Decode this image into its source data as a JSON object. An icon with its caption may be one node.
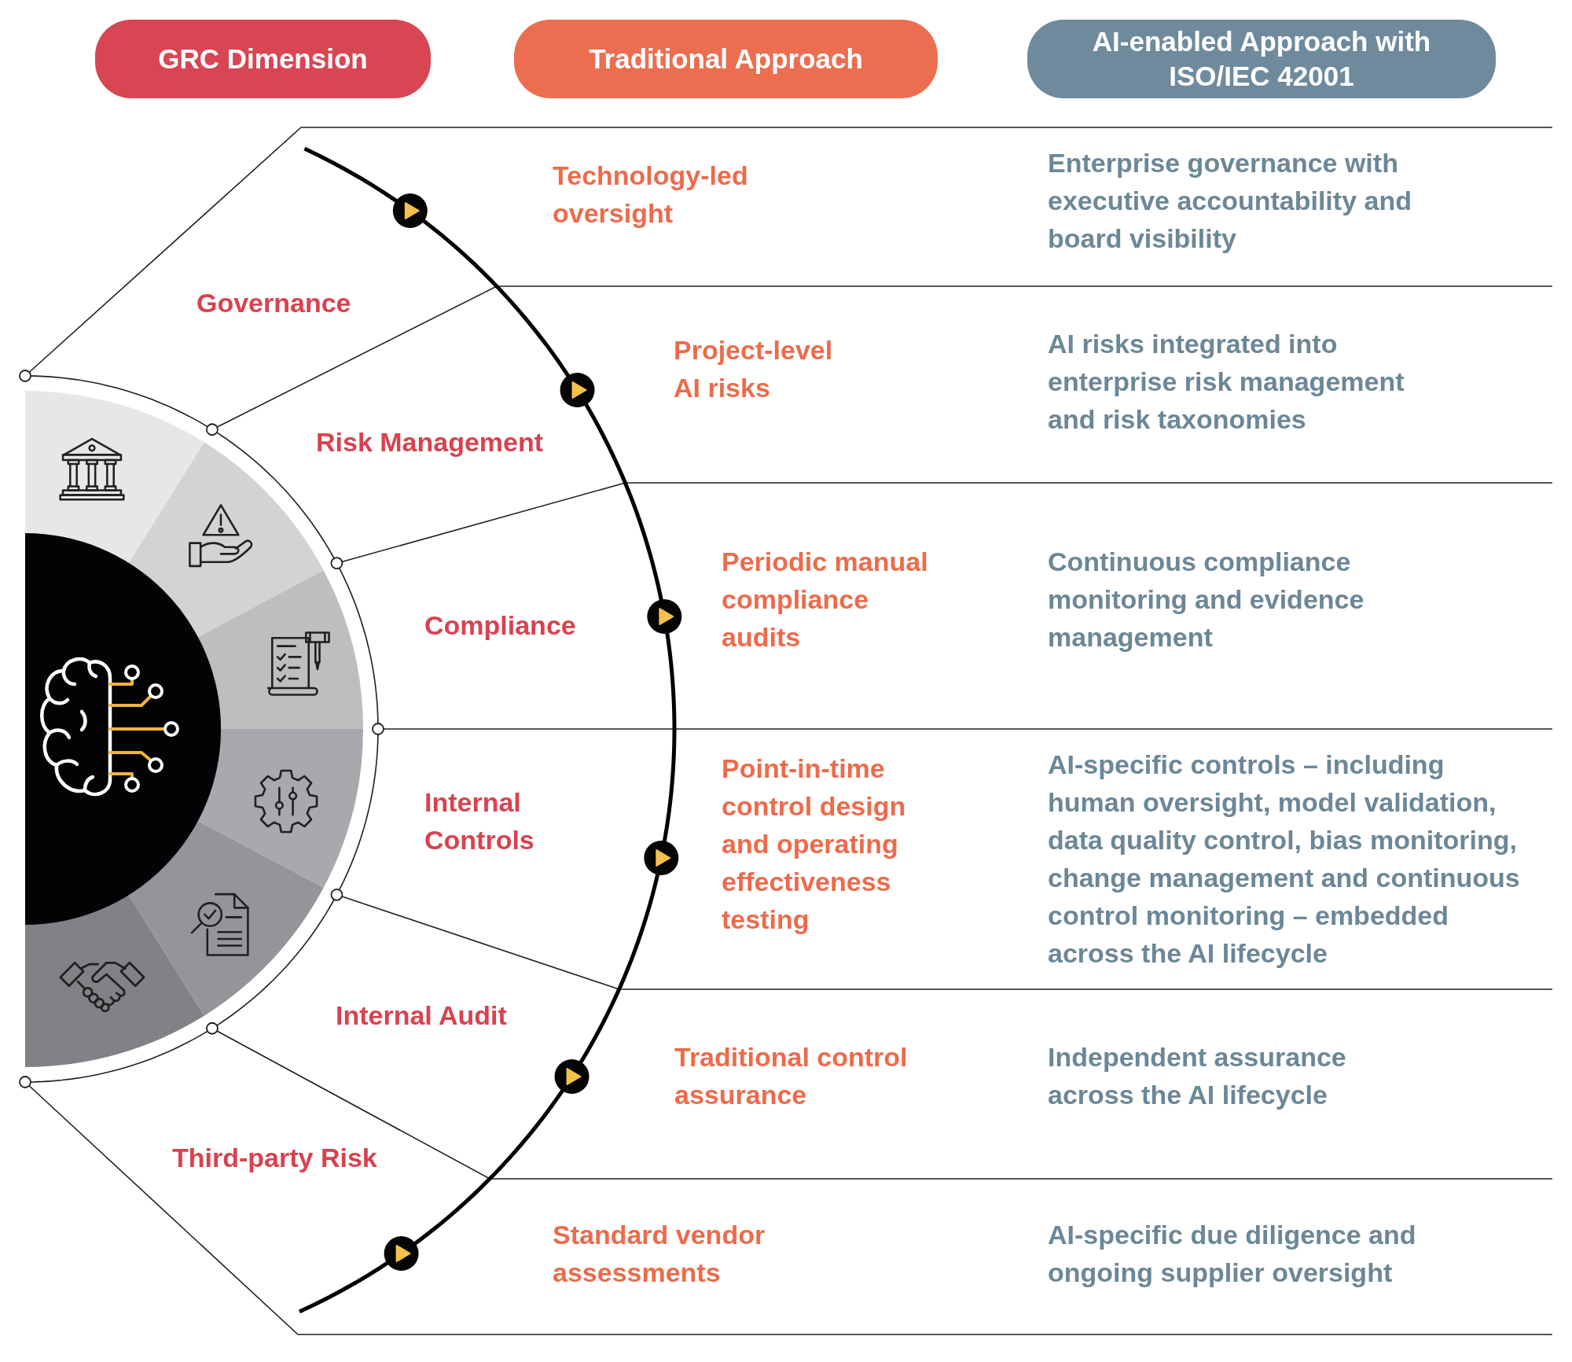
{
  "diagram": {
    "nodes": [
      {
        "text": [
          "GRC Dimension"
        ]
      },
      {
        "text": [
          "Traditional Approach"
        ]
      },
      {
        "text": [
          "AI-enabled Approach with ISO/IEC 42001"
        ]
      }
    ],
    "labels": [
      "Governance",
      "Technology-led oversight",
      "Enterprise governance with executive accountability and board visibility",
      "Risk Management",
      "Project-level AI risks",
      "AI risks integrated into enterprise risk management and risk taxonomies",
      "Compliance",
      "Periodic manual compliance audits",
      "Continuous compliance monitoring and evidence management",
      "Internal Controls",
      "Point-in-time control design and operating effectiveness testing",
      "AI-specific controls – including human oversight, model validation, data quality control, bias monitoring, change management and continuous control monitoring – embedded across the AI lifecycle",
      "Internal Audit",
      "Traditional control assurance",
      "Independent assurance across the AI lifecycle",
      "Third-party Risk",
      "Standard vendor assessments",
      "AI-specific due diligence and ongoing supplier oversight"
    ]
  }
}
